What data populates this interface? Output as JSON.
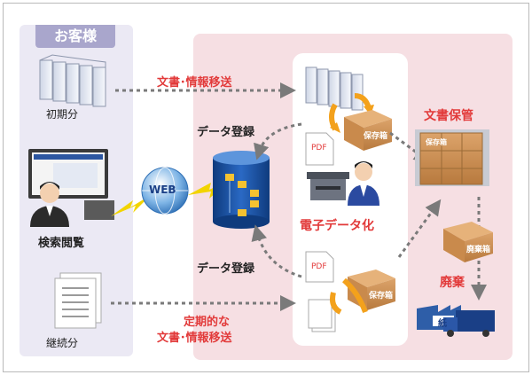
{
  "labels": {
    "customer": "お客様",
    "initial": "初期分",
    "search": "検索閲覧",
    "continuing": "継続分",
    "transfer_top": "文書･情報移送",
    "data_reg_top": "データ登録",
    "data_reg_bottom": "データ登録",
    "periodic_line1": "定期的な",
    "periodic_line2": "文書･情報移送",
    "digitize": "電子データ化",
    "storage": "文書保管",
    "disposal": "廃棄",
    "web": "WEB",
    "pdf_top": "PDF",
    "pdf_bottom": "PDF",
    "box_top": "保存箱",
    "box_bottom": "保存箱",
    "box_disposal": "廃棄箱",
    "paper_stamp": "紙",
    "storage_box": "保存箱"
  },
  "colors": {
    "left_bg": "#ebe9f4",
    "right_bg": "#f6dfe3",
    "accent_red": "#e23a3a",
    "arrow_gray": "#7a7a7a",
    "arrow_orange": "#f3a11c",
    "box_brown": "#c98a4c",
    "db_blue": "#1a4f9c"
  }
}
